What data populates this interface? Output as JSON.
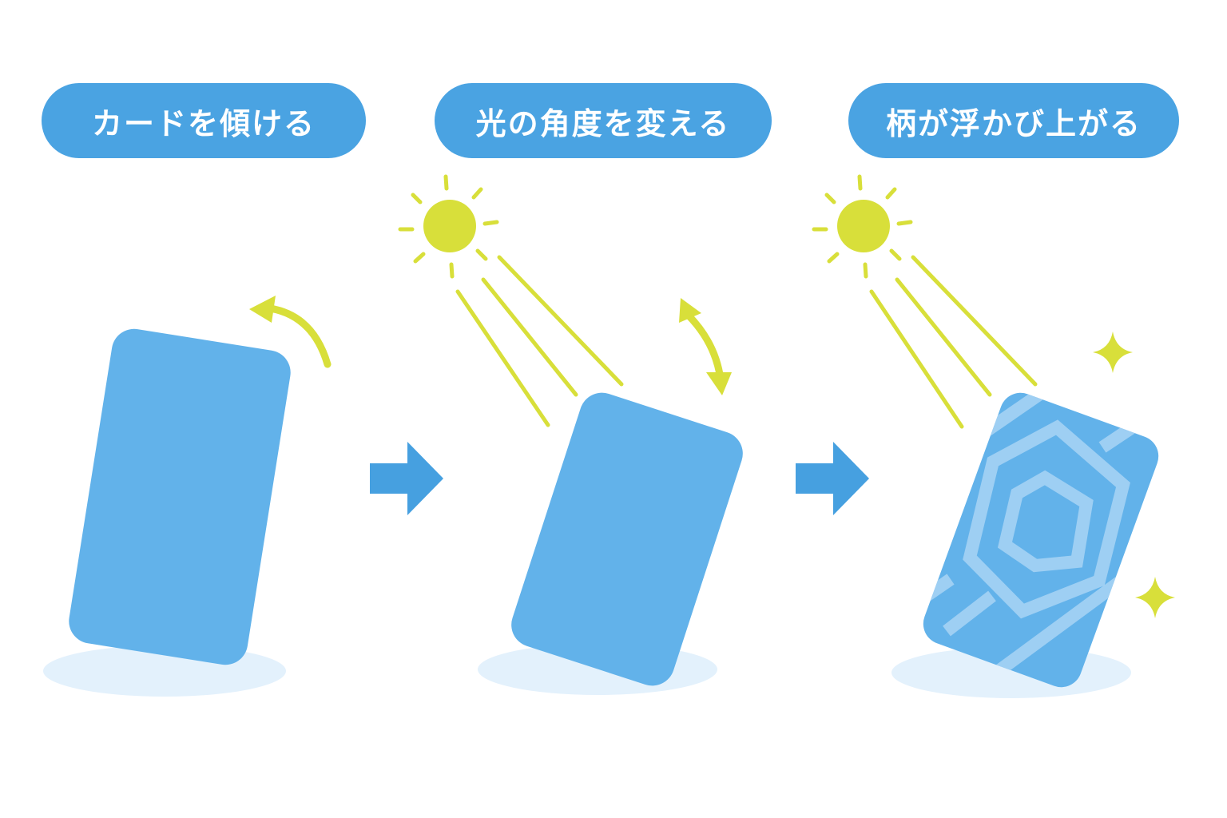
{
  "steps": [
    {
      "label": "カードを傾ける"
    },
    {
      "label": "光の角度を変える"
    },
    {
      "label": "柄が浮かび上がる"
    }
  ],
  "colors": {
    "pill": "#4aa3e2",
    "card": "#62b2ea",
    "shadow": "#e3f1fc",
    "sun": "#d8df3a",
    "arrow": "#46a0e0",
    "pattern": "#a9d3f5"
  },
  "icons": [
    "tilt-arrow-icon",
    "sun-icon",
    "light-rays-icon",
    "double-arrow-icon",
    "sparkle-icon",
    "next-arrow-icon"
  ]
}
